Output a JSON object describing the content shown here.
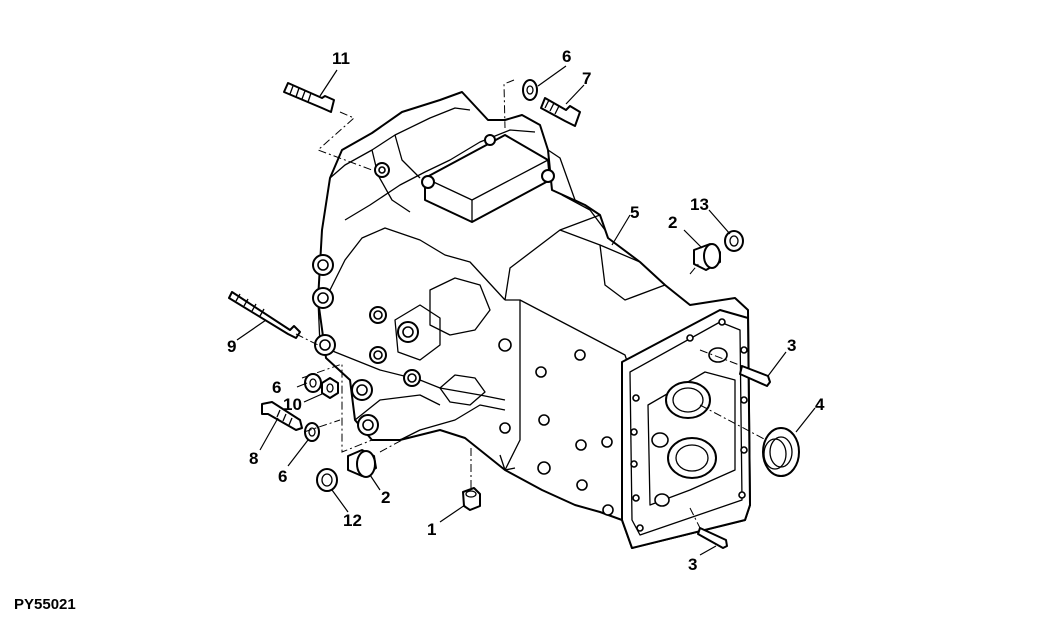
{
  "figure_id": "PY55021",
  "callouts": [
    "11",
    "6",
    "7",
    "13",
    "2",
    "5",
    "9",
    "3",
    "6",
    "10",
    "4",
    "8",
    "6",
    "2",
    "12",
    "1",
    "3"
  ]
}
